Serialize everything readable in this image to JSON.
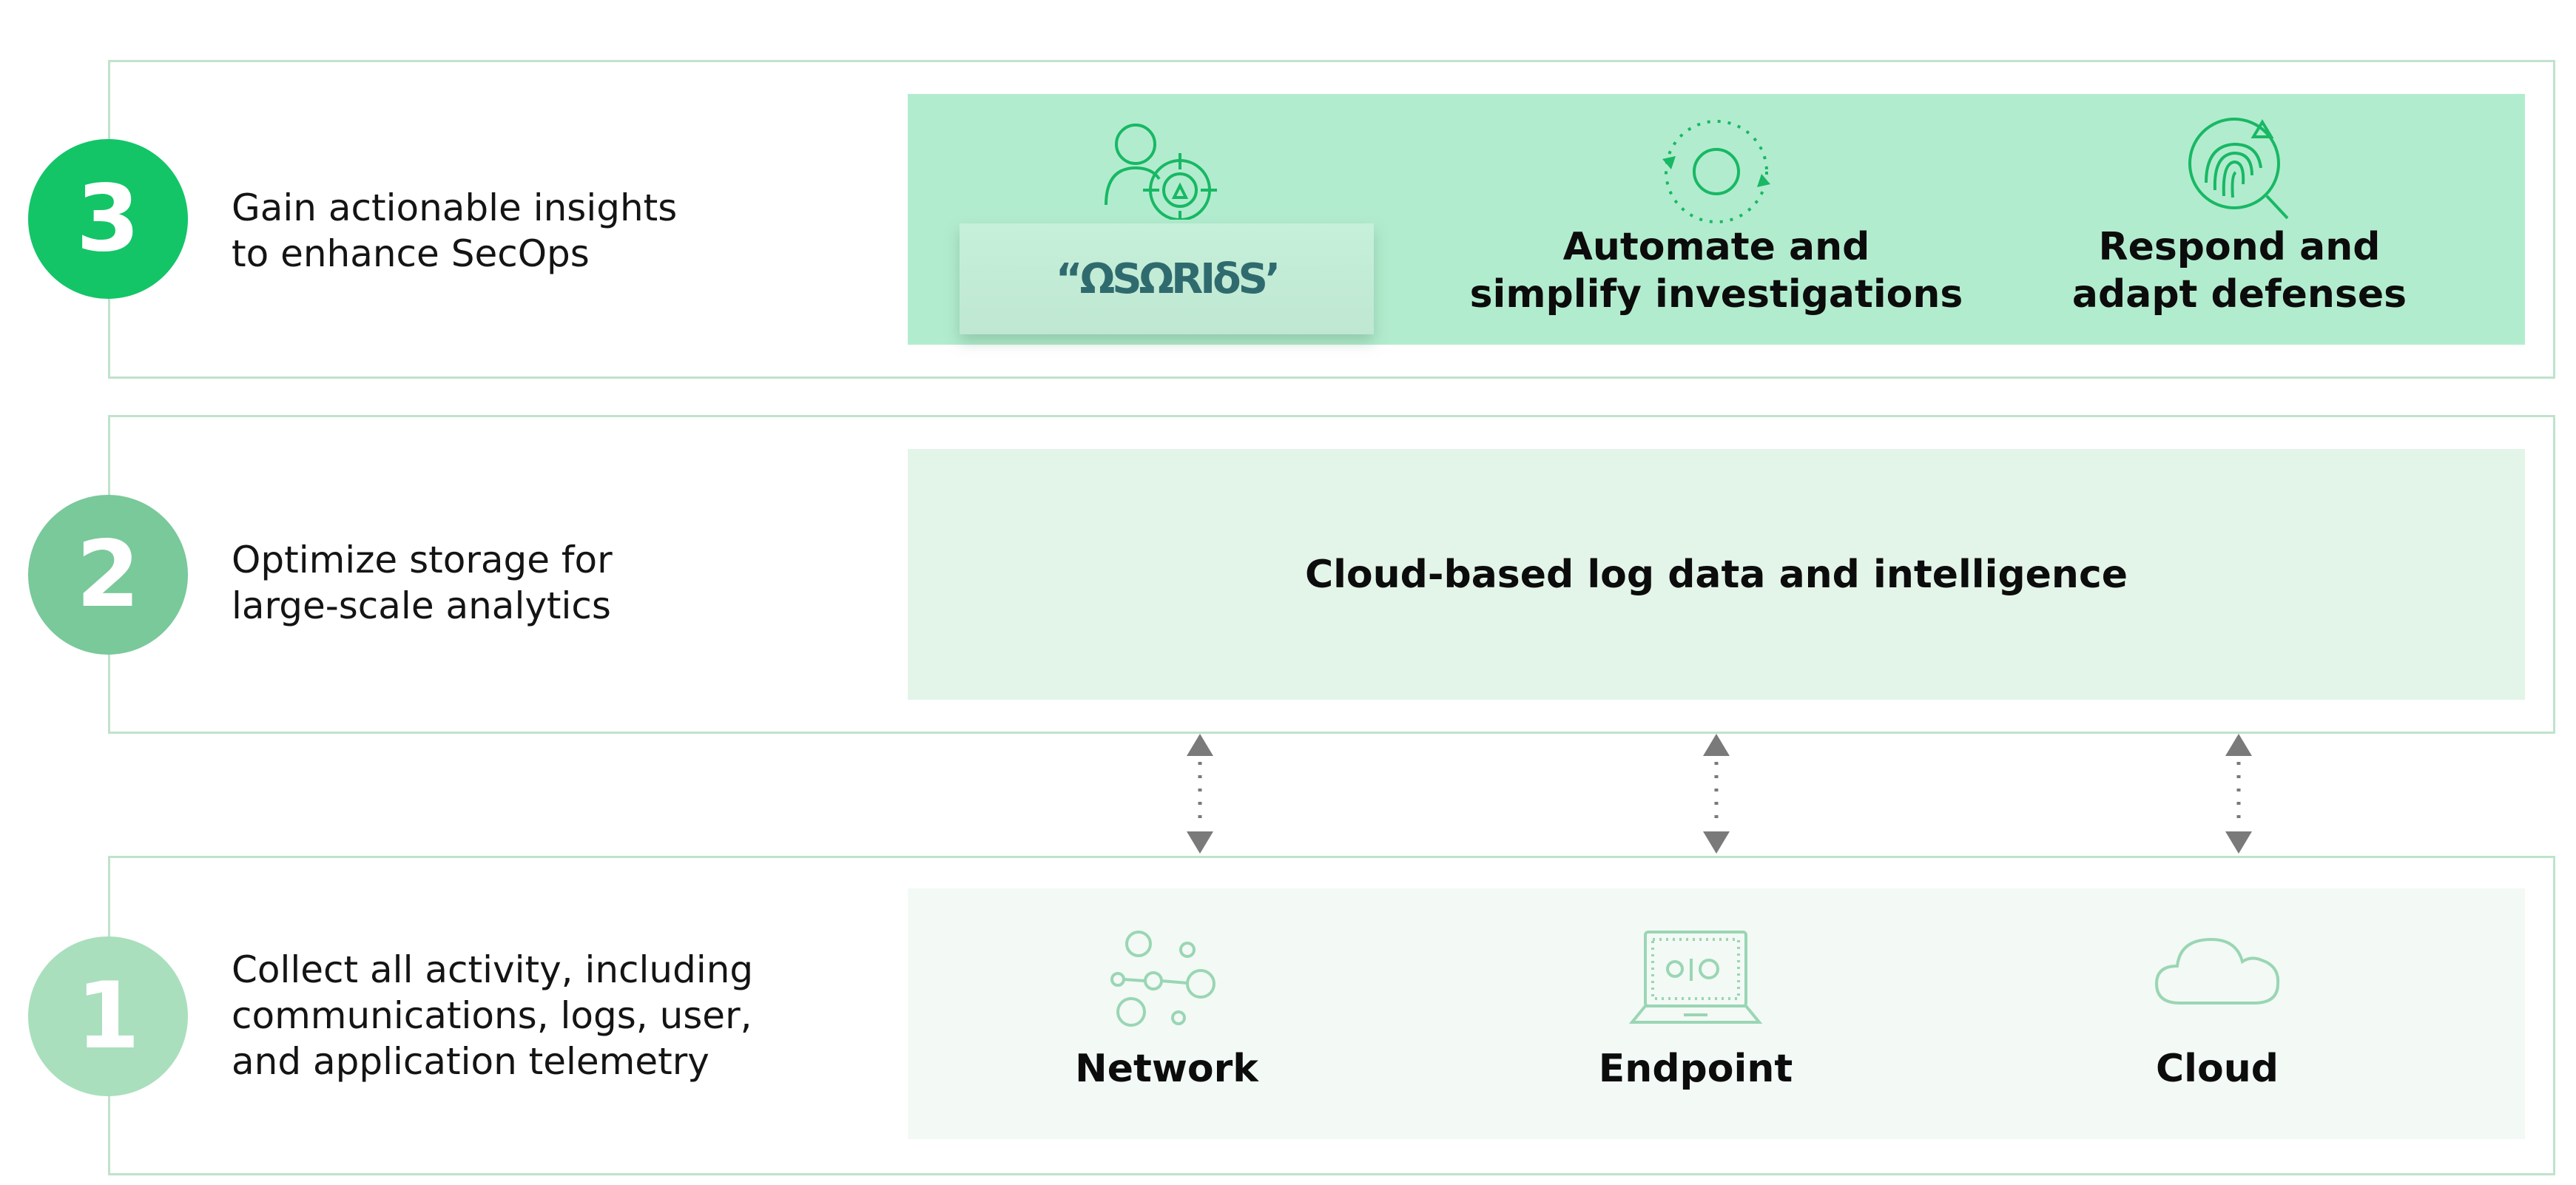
{
  "tiers": [
    {
      "number": "3",
      "text": "Gain actionable insights\nto enhance SecOps",
      "items": [
        {
          "label": "",
          "icon": "analyst-target-icon",
          "obscured_text": "“ΩSΩRIδS’"
        },
        {
          "label": "Automate and\nsimplify investigations",
          "icon": "cycle-icon"
        },
        {
          "label": "Respond and\nadapt defenses",
          "icon": "fingerprint-alert-icon"
        }
      ]
    },
    {
      "number": "2",
      "text": "Optimize storage for\nlarge-scale analytics",
      "panel_title": "Cloud-based log data and intelligence"
    },
    {
      "number": "1",
      "text": "Collect all activity, including\ncommunications, logs, user,\nand application telemetry",
      "items": [
        {
          "label": "Network",
          "icon": "network-nodes-icon"
        },
        {
          "label": "Endpoint",
          "icon": "laptop-icon"
        },
        {
          "label": "Cloud",
          "icon": "cloud-icon"
        }
      ]
    }
  ],
  "colors": {
    "badge3": "#13c567",
    "badge2": "#79c99a",
    "badge1": "#a9dfbd",
    "panel3": "#b2ecce",
    "panel2": "#e3f4e9",
    "panel1": "#f3f9f5",
    "arrow": "#7a7a7a"
  }
}
